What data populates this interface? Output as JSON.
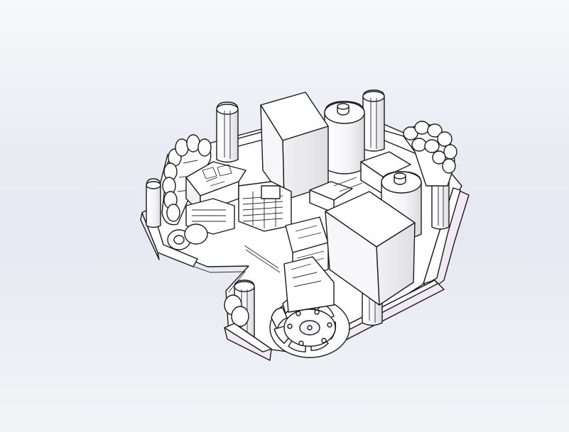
{
  "viewport": {
    "background": "#eceef4",
    "part_fill": "#ffffff",
    "line_color": "#1b1b1f",
    "accent_tint": "#f3e9f5"
  },
  "model": {
    "components": [
      {
        "name": "base-plate"
      },
      {
        "name": "mecanum-wheel-front"
      },
      {
        "name": "omni-wheel-left"
      },
      {
        "name": "omni-wheel-right"
      },
      {
        "name": "battery-box-left"
      },
      {
        "name": "battery-box-right"
      },
      {
        "name": "cylinder-tank-left"
      },
      {
        "name": "cylinder-tank-right"
      },
      {
        "name": "motor-assembly"
      },
      {
        "name": "standoff-post"
      }
    ]
  }
}
